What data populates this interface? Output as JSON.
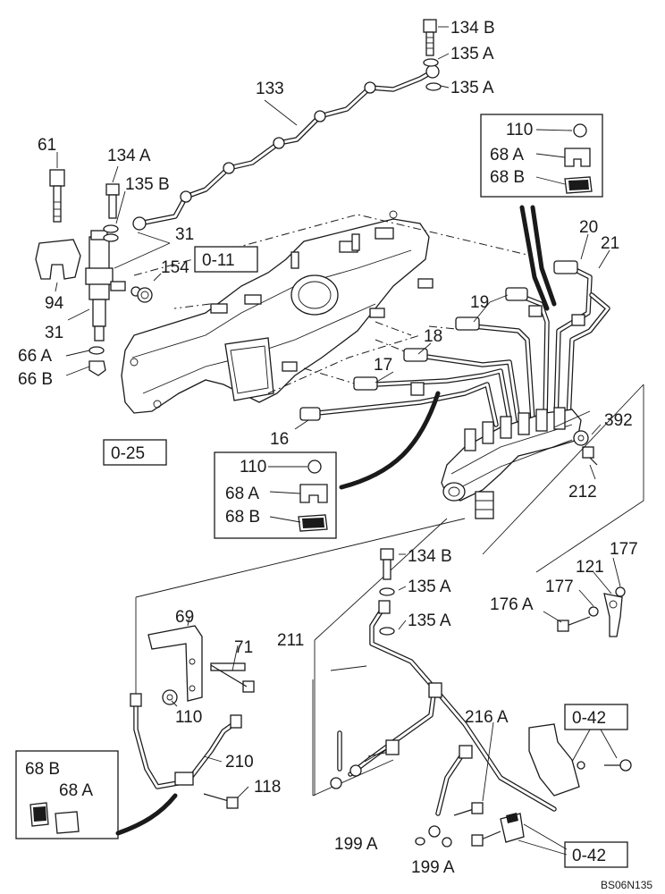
{
  "labels": {
    "l_134b_top": "134 B",
    "l_135a_top": "135 A",
    "l_135a_top2": "135 A",
    "l_133": "133",
    "l_61": "61",
    "l_134a": "134 A",
    "l_135b": "135 B",
    "l_31a": "31",
    "l_154": "154",
    "l_94": "94",
    "l_31b": "31",
    "l_66a": "66 A",
    "l_66b": "66 B",
    "l_110_tr": "110",
    "l_68a_tr": "68 A",
    "l_68b_tr": "68 B",
    "l_20": "20",
    "l_21": "21",
    "l_19": "19",
    "l_18": "18",
    "l_17": "17",
    "l_16": "16",
    "l_392": "392",
    "l_212": "212",
    "l_110_mid": "110",
    "l_68a_mid": "68 A",
    "l_68b_mid": "68 B",
    "l_134b_mid": "134 B",
    "l_135a_mid": "135 A",
    "l_135a_mid2": "135 A",
    "l_177a": "177",
    "l_121": "121",
    "l_177b": "177",
    "l_176a": "176 A",
    "l_69": "69",
    "l_71": "71",
    "l_211": "211",
    "l_110_low": "110",
    "l_210": "210",
    "l_118": "118",
    "l_68b_low": "68 B",
    "l_68a_low": "68 A",
    "l_216a": "216 A",
    "l_199a_1": "199 A",
    "l_199a_2": "199 A"
  },
  "refs": {
    "r_011": "0-11",
    "r_025": "0-25",
    "r_042a": "0-42",
    "r_042b": "0-42"
  },
  "drawing_code": "BS06N135"
}
